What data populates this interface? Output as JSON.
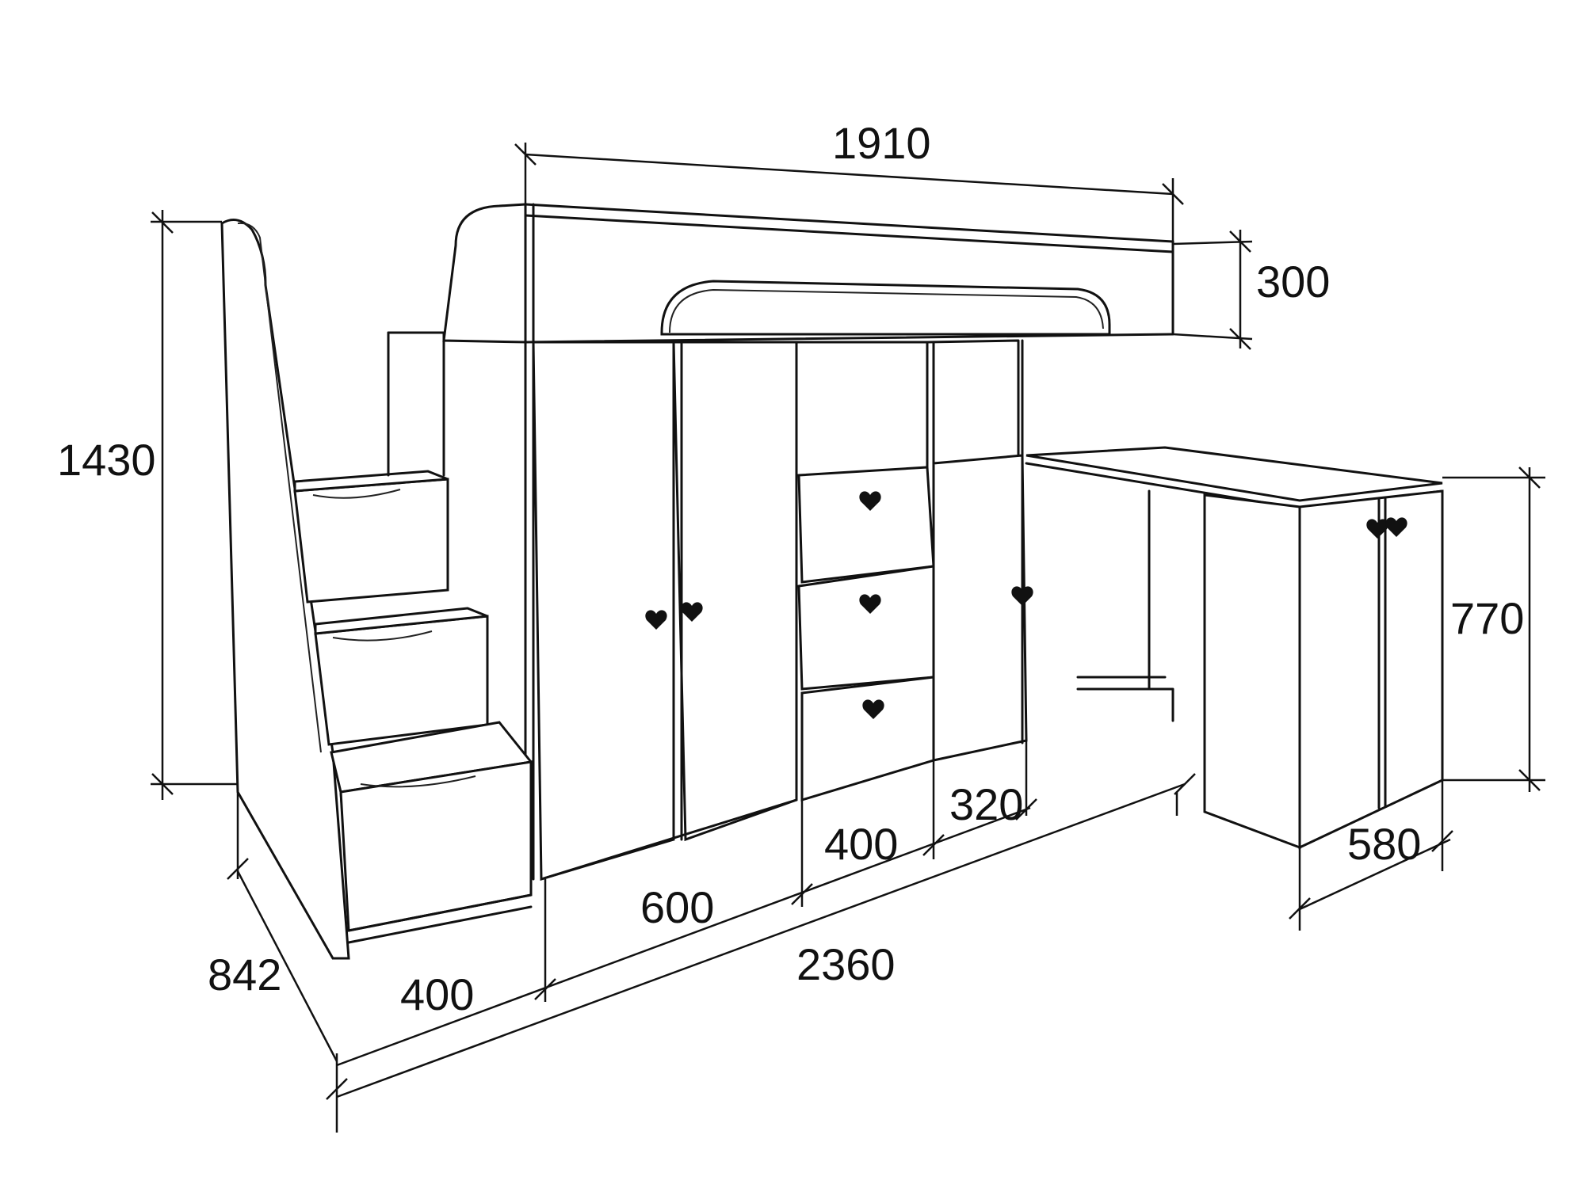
{
  "diagram": {
    "dimensions": {
      "top_width": "1910",
      "side_height": "300",
      "total_height": "1430",
      "desk_height": "770",
      "stair_module": "400",
      "wardrobe_width": "600",
      "drawer_module": "400",
      "cabinet_width": "320",
      "total_length": "2360",
      "depth": "842",
      "desk_depth": "580"
    },
    "icons": {
      "handle": "heart-handle-icon"
    }
  }
}
